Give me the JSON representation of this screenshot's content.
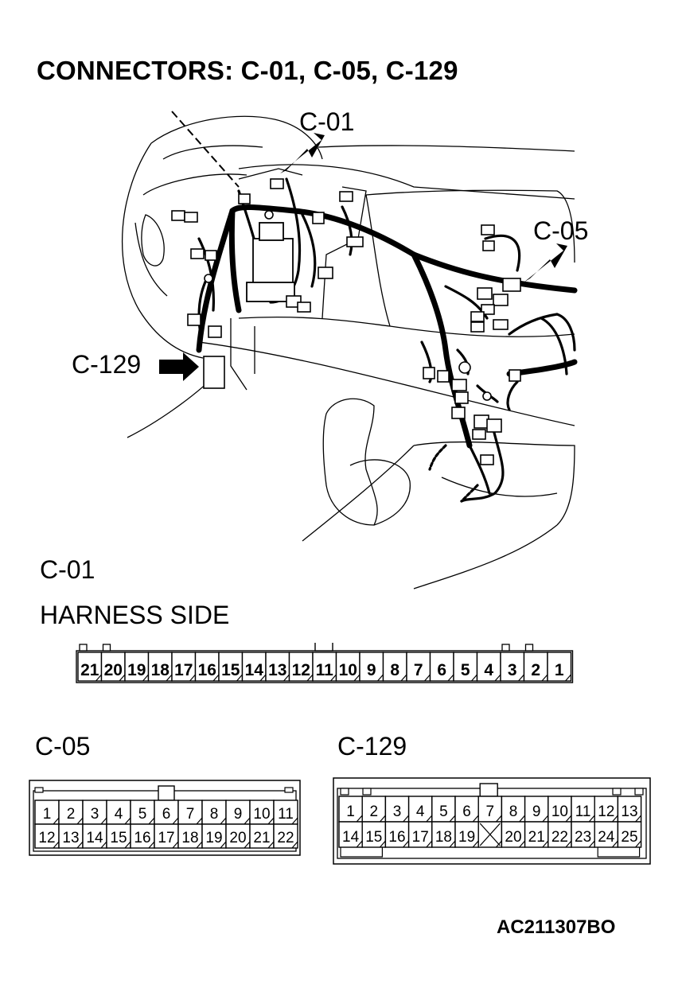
{
  "title": "CONNECTORS: C-01, C-05, C-129",
  "callouts": {
    "c01": "C-01",
    "c05": "C-05",
    "c129": "C-129"
  },
  "c01": {
    "label": "C-01",
    "side": "HARNESS SIDE",
    "pins": [
      "21",
      "20",
      "19",
      "18",
      "17",
      "16",
      "15",
      "14",
      "13",
      "12",
      "11",
      "10",
      "9",
      "8",
      "7",
      "6",
      "5",
      "4",
      "3",
      "2",
      "1"
    ]
  },
  "c05": {
    "label": "C-05",
    "top_row": [
      "1",
      "2",
      "3",
      "4",
      "5",
      "6",
      "7",
      "8",
      "9",
      "10",
      "11"
    ],
    "bottom_row": [
      "12",
      "13",
      "14",
      "15",
      "16",
      "17",
      "18",
      "19",
      "20",
      "21",
      "22"
    ]
  },
  "c129": {
    "label": "C-129",
    "top_row": [
      "1",
      "2",
      "3",
      "4",
      "5",
      "6",
      "7",
      "8",
      "9",
      "10",
      "11",
      "12",
      "13"
    ],
    "bottom_row": [
      "14",
      "15",
      "16",
      "17",
      "18",
      "19",
      "",
      "20",
      "21",
      "22",
      "23",
      "24",
      "25"
    ]
  },
  "code": "AC211307BO"
}
